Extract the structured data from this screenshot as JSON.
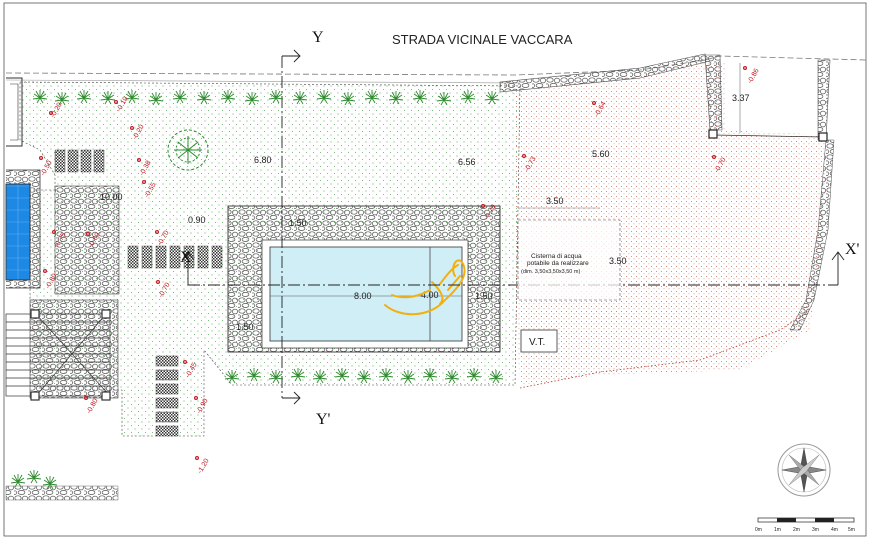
{
  "road": {
    "name": "STRADA VICINALE VACCARA"
  },
  "sections": {
    "y_top": "Y",
    "y_bottom": "Y'",
    "x_left": "X",
    "x_right": "X'"
  },
  "dimensions": {
    "d_680": "6.80",
    "d_656": "6.56",
    "d_560": "5.60",
    "d_337": "3.37",
    "d_1000": "10.00",
    "d_090": "0.90",
    "d_150_top": "1.50",
    "d_800": "8.00",
    "d_400": "4.00",
    "d_150_right": "1.50",
    "d_150_left": "1.50",
    "d_350_top": "3.50",
    "d_350_side": "3.50"
  },
  "cistern": {
    "line1": "Cisterna di acqua",
    "line2": "potabile da realizzare",
    "line3": "(dim. 3,50x3,50x3,50 m)"
  },
  "vt": "V.T.",
  "elevations": [
    "-0.20",
    "-0.10",
    "-0.20",
    "-0.38",
    "-0.55",
    "-0.50",
    "-0.60",
    "-0.70",
    "-0.70",
    "-0.80",
    "-0.75",
    "-0.80",
    "-0.90",
    "-1.20",
    "-0.70",
    "-0.64",
    "-0.73",
    "-0.70",
    "-0.86",
    "-0.45"
  ],
  "scale_labels": [
    "0m",
    "1m",
    "2m",
    "3m",
    "4m",
    "5m"
  ],
  "colors": {
    "paving": "#4d4d4d",
    "lawn_dots": "#3f9e3f",
    "earth_dots": "#c0392b",
    "water": "#cfeef6",
    "annotation": "#f2b00f"
  }
}
